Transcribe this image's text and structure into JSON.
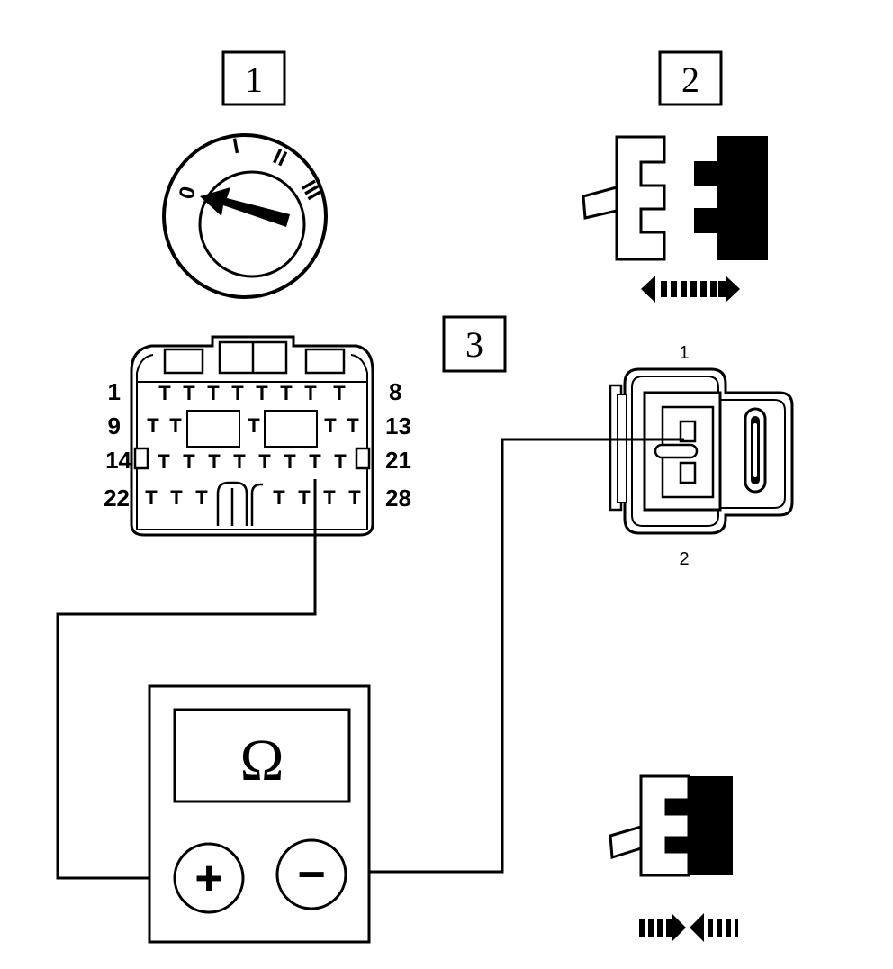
{
  "steps": {
    "step1": "1",
    "step2": "2",
    "step3": "3"
  },
  "ignition_switch": {
    "positions": [
      "0",
      "I",
      "II",
      "III"
    ],
    "selected": "0"
  },
  "ecu_connector": {
    "pin_labels": {
      "row1_left": "1",
      "row1_right": "8",
      "row2_left": "9",
      "row2_right": "13",
      "row3_left": "14",
      "row3_right": "21",
      "row4_left": "22",
      "row4_right": "28"
    }
  },
  "sensor_connector": {
    "pin_top": "1",
    "pin_bottom": "2"
  },
  "multimeter": {
    "display": "Ω",
    "plus_label": "+",
    "minus_label": "−"
  }
}
